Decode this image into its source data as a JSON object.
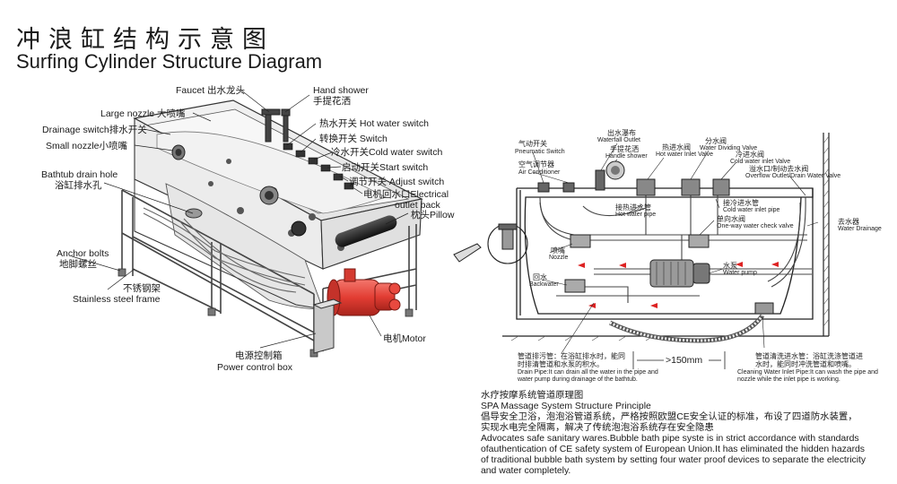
{
  "title": {
    "cn": "冲浪缸结构示意图",
    "en": "Surfing Cylinder Structure Diagram"
  },
  "left_labels": [
    {
      "id": "faucet",
      "text": "Faucet 出水龙头"
    },
    {
      "id": "hand_shower_en",
      "text": "Hand shower"
    },
    {
      "id": "hand_shower_cn",
      "text": "手提花洒"
    },
    {
      "id": "large_nozzle",
      "text": "Large nozzle 大喷嘴"
    },
    {
      "id": "drainage_switch",
      "text": "Drainage switch排水开关"
    },
    {
      "id": "small_nozzle",
      "text": "Small nozzle小喷嘴"
    },
    {
      "id": "hot_water",
      "text": "热水开关 Hot water switch"
    },
    {
      "id": "switch",
      "text": "转换开关 Switch"
    },
    {
      "id": "cold_water",
      "text": "冷水开关Cold water switch"
    },
    {
      "id": "start_switch",
      "text": "启动开关Start switch"
    },
    {
      "id": "adjust_switch",
      "text": "调节开关 Adjust switch"
    },
    {
      "id": "outlet_back_1",
      "text": "电机回水口Electrical"
    },
    {
      "id": "outlet_back_2",
      "text": "outlet back"
    },
    {
      "id": "pillow",
      "text": "枕头Pillow"
    },
    {
      "id": "drain_hole_en",
      "text": "Bathtub drain hole"
    },
    {
      "id": "drain_hole_cn",
      "text": "浴缸排水孔"
    },
    {
      "id": "anchor_en",
      "text": "Anchor bolts"
    },
    {
      "id": "anchor_cn",
      "text": "地脚螺丝"
    },
    {
      "id": "frame_cn",
      "text": "不锈钢架"
    },
    {
      "id": "frame_en",
      "text": "Stainless steel frame"
    },
    {
      "id": "motor",
      "text": "电机Motor"
    },
    {
      "id": "power_cn",
      "text": "电源控制箱"
    },
    {
      "id": "power_en",
      "text": "Power control box"
    }
  ],
  "right_labels": [
    {
      "id": "pneumatic_cn",
      "text": "气动开关"
    },
    {
      "id": "pneumatic_en",
      "text": "Pneumatic Switch"
    },
    {
      "id": "air_cn",
      "text": "空气调节器"
    },
    {
      "id": "air_en",
      "text": "Air Conditioner"
    },
    {
      "id": "waterfall_cn",
      "text": "出水瀑布"
    },
    {
      "id": "waterfall_en",
      "text": "Waterfall Outlet"
    },
    {
      "id": "handle_cn",
      "text": "手提花洒"
    },
    {
      "id": "handle_en",
      "text": "Handle shower"
    },
    {
      "id": "hotinlet_cn",
      "text": "热进水阀"
    },
    {
      "id": "hotinlet_en",
      "text": "Hot water Inlet Valve"
    },
    {
      "id": "divide_cn",
      "text": "分水阀"
    },
    {
      "id": "divide_en",
      "text": "Water Dividing Valve"
    },
    {
      "id": "coldinlet_cn",
      "text": "冷进水阀"
    },
    {
      "id": "coldinlet_en",
      "text": "Cold water inlet Valve"
    },
    {
      "id": "overflow_cn",
      "text": "溢水口/制动去水阀"
    },
    {
      "id": "overflow_en",
      "text": "Overflow Outlet/Drain Water Valve"
    },
    {
      "id": "hotpipe_cn",
      "text": "接热进水管"
    },
    {
      "id": "hotpipe_en",
      "text": "Hot water pipe"
    },
    {
      "id": "coldpipe_cn",
      "text": "接冷进水管"
    },
    {
      "id": "coldpipe_en",
      "text": "Cold water inlet pipe"
    },
    {
      "id": "checkvalve_cn",
      "text": "单向水阀"
    },
    {
      "id": "checkvalve_en",
      "text": "One-way water check valve"
    },
    {
      "id": "drainage_cn",
      "text": "去水器"
    },
    {
      "id": "drainage_en",
      "text": "Water Drainage"
    },
    {
      "id": "nozzle_cn",
      "text": "喷嘴"
    },
    {
      "id": "nozzle_en",
      "text": "Nozzle"
    },
    {
      "id": "backwater_cn",
      "text": "回水"
    },
    {
      "id": "backwater_en",
      "text": "Backwater"
    },
    {
      "id": "pump_cn",
      "text": "水泵"
    },
    {
      "id": "pump_en",
      "text": "Water pump"
    },
    {
      "id": "drainpipe_cn1",
      "text": "管道排污管：在浴缸排水时，能同"
    },
    {
      "id": "drainpipe_cn2",
      "text": "时排清管道和水泵的积水。"
    },
    {
      "id": "drainpipe_en1",
      "text": "Drain Pipe:It can drain all the water in the pipe and"
    },
    {
      "id": "drainpipe_en2",
      "text": "water pump during drainage of the bathtub."
    },
    {
      "id": "clean_cn1",
      "text": "管道清洗进水管：浴缸洗涤管道进"
    },
    {
      "id": "clean_cn2",
      "text": "水时，能同时冲洗管道和喷嘴。"
    },
    {
      "id": "clean_en1",
      "text": "Cleaning Water Inlet Pipe:It can wash the pipe and"
    },
    {
      "id": "clean_en2",
      "text": "nozzle while the inlet pipe is working."
    },
    {
      "id": "dimension",
      "text": ">150mm"
    }
  ],
  "description": {
    "cn_title": "水疗按摩系统管道原理图",
    "en_title": "SPA Massage System Structure Principle",
    "cn_1": "倡导安全卫浴，泡泡浴管道系统，严格按照欧盟CE安全认证的标准，布设了四道防水装置，",
    "cn_2": "实现水电完全隔离，解决了传统泡泡浴系统存在安全隐患",
    "en_1": "Advocates safe sanitary wares.Bubble bath pipe syste is in strict accordance with standards",
    "en_2": "ofauthentication of CE safety system of European Union.It has eliminated the hidden hazards",
    "en_3": "of traditional bubble bath system by setting four water proof devices to separate the electricity",
    "en_4": "and water completely."
  },
  "colors": {
    "motor": "#e8493f",
    "motor_dark": "#b52a22",
    "box": "#c9c9c9",
    "line": "#222222",
    "accent_red": "#d22",
    "pipe": "#dddddd"
  }
}
